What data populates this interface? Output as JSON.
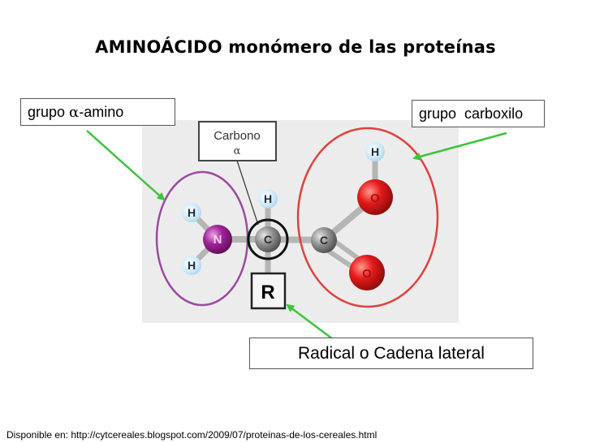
{
  "title": "AMINOÁCIDO monómero de las proteínas",
  "labels": {
    "amino_prefix": "grupo ",
    "amino_alpha": "α",
    "amino_suffix": "-amino",
    "carboxilo": "grupo  carboxilo",
    "radical": "Radical o Cadena lateral"
  },
  "carbono_label": {
    "line1": "Carbono",
    "line2": "α"
  },
  "atoms": {
    "nitrogen": "N",
    "hydrogen": "H",
    "carbon": "C",
    "oxygen": "O",
    "radical": "R"
  },
  "footer": "Disponible en: http://cytcereales.blogspot.com/2009/07/proteinas-de-los-cereales.html",
  "colors": {
    "amino_ellipse": "#9b4aa0",
    "carboxyl_ellipse": "#e0413b",
    "arrow": "#3cc43c",
    "nitrogen": "#9a1f8c",
    "oxygen": "#e01b1b",
    "carbon": "#8e8e8e",
    "hydrogen": "#bfe4f7"
  }
}
